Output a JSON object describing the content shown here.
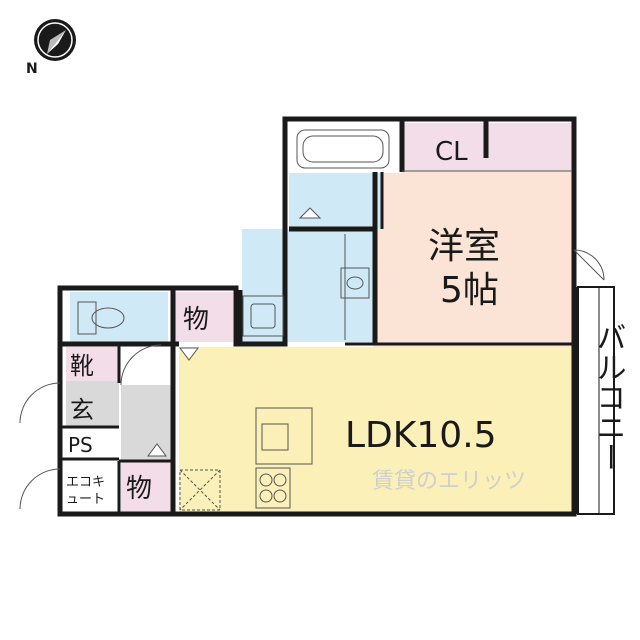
{
  "compass": {
    "north_label": "N",
    "icon": "compass-icon"
  },
  "rooms": {
    "closet": "CL",
    "western_room_name": "洋室",
    "western_room_size": "5帖",
    "storage_upper": "物",
    "storage_lower": "物",
    "shoe_box": "靴",
    "entrance": "玄",
    "pipe_space": "PS",
    "aircon_line1": "エコキ",
    "aircon_line2": "ュート",
    "ldk": "LDK10.5",
    "balcony": "バルコニー"
  },
  "watermark": "賃貸のエリッツ",
  "colors": {
    "wall": "#1a1a1a",
    "bath_blue": "#cfe9f6",
    "closet_pink": "#f3dde9",
    "bedroom_peach": "#fbe4d6",
    "ldk_yellow": "#fbf0b8",
    "entrance_gray": "#d9d9d9"
  }
}
